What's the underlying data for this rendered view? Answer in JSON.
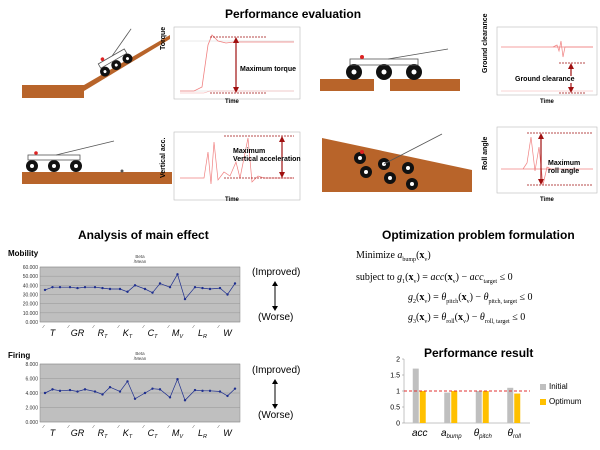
{
  "titles": {
    "performance": "Performance evaluation",
    "analysis": "Analysis of main effect",
    "optimization": "Optimization problem formulation",
    "result": "Performance result"
  },
  "eval_graphs": {
    "torque": {
      "y_axis": "Torque",
      "x_axis": "Time",
      "annotation": "Maximum torque"
    },
    "ground": {
      "y_axis": "Ground clearance",
      "x_axis": "Time",
      "annotation": "Ground clearance"
    },
    "vertical": {
      "y_axis": "Vertical acc.",
      "x_axis": "Time",
      "annotation_line1": "Maximum",
      "annotation_line2": "Vertical acceleration"
    },
    "roll": {
      "y_axis": "Roll angle",
      "x_axis": "Time",
      "annotation_line1": "Maximum",
      "annotation_line2": "roll angle"
    }
  },
  "main_effect": {
    "factors": [
      "T",
      "GR",
      "R",
      "K",
      "C",
      "M",
      "L",
      "W"
    ],
    "factor_subscripts": [
      "",
      "",
      "T",
      "T",
      "T",
      "V",
      "R",
      ""
    ],
    "improved": "(Improved)",
    "worse": "(Worse)",
    "mobility": {
      "label": "Mobility",
      "chart_title": "Beta\n/Mean",
      "y_ticks": [
        "60.000",
        "50.000",
        "40.000",
        "30.000",
        "20.000",
        "10.000",
        "0.000"
      ]
    },
    "firing": {
      "label": "Firing",
      "chart_title": "Beta\n/Mean",
      "y_ticks": [
        "8.000",
        "6.000",
        "4.000",
        "2.000",
        "0.000"
      ]
    }
  },
  "optimization": {
    "minimize": "Minimize",
    "subject_to": "subject to",
    "objective": "a",
    "objective_sub": "bump",
    "var": "x",
    "var_sub": "v",
    "constraints": [
      {
        "lhs": "g",
        "lhs_sub": "1",
        "fn": "acc",
        "target": "acc",
        "target_sub": "target"
      },
      {
        "lhs": "g",
        "lhs_sub": "2",
        "fn": "θ",
        "fn_sub": "pitch",
        "target": "θ",
        "target_sub": "pitch, target"
      },
      {
        "lhs": "g",
        "lhs_sub": "3",
        "fn": "θ",
        "fn_sub": "roll",
        "target": "θ",
        "target_sub": "roll, target"
      }
    ],
    "leq": "≤ 0"
  },
  "chart_data": [
    {
      "type": "line",
      "title": "Beta /Mean",
      "panel": "Mobility",
      "ylim": [
        0,
        60
      ],
      "y_ticks": [
        0,
        10,
        20,
        30,
        40,
        50,
        60
      ],
      "grid": true,
      "groups": [
        "T",
        "GR",
        "RT",
        "KT",
        "CT",
        "MV",
        "LR",
        "W"
      ],
      "values": [
        [
          35,
          38,
          38
        ],
        [
          38,
          37,
          38
        ],
        [
          38,
          37,
          36
        ],
        [
          36,
          33,
          40
        ],
        [
          36,
          32,
          42
        ],
        [
          38,
          52,
          25
        ],
        [
          38,
          37,
          36
        ],
        [
          37,
          30,
          42
        ]
      ]
    },
    {
      "type": "line",
      "title": "Beta /Mean",
      "panel": "Firing",
      "ylim": [
        0,
        8
      ],
      "y_ticks": [
        0,
        2,
        4,
        6,
        8
      ],
      "grid": true,
      "groups": [
        "T",
        "GR",
        "RT",
        "KT",
        "CT",
        "MV",
        "LR",
        "W"
      ],
      "values": [
        [
          4.0,
          4.5,
          4.3
        ],
        [
          4.4,
          4.2,
          4.5
        ],
        [
          4.2,
          3.8,
          4.8
        ],
        [
          4.2,
          5.6,
          3.2
        ],
        [
          4.0,
          4.6,
          4.5
        ],
        [
          3.4,
          5.9,
          3.0
        ],
        [
          4.4,
          4.3,
          4.3
        ],
        [
          4.2,
          3.6,
          4.6
        ]
      ]
    },
    {
      "type": "bar",
      "title": "Performance result",
      "categories": [
        "acc",
        "a",
        "θ",
        "θ"
      ],
      "category_subscripts": [
        "",
        "bump",
        "pitch",
        "roll"
      ],
      "ylim": [
        0,
        2
      ],
      "y_ticks": [
        "0",
        "0.5",
        "1",
        "1.5",
        "2"
      ],
      "reference_line": 1,
      "legend_position": "right",
      "series": [
        {
          "name": "Initial",
          "color": "#bfbfbf",
          "values": [
            1.7,
            0.95,
            1.0,
            1.1
          ]
        },
        {
          "name": "Optimum",
          "color": "#ffc000",
          "values": [
            1.0,
            1.0,
            1.0,
            0.92
          ]
        }
      ]
    }
  ],
  "colors": {
    "ground": "#b8642a",
    "signal": "#f08080",
    "arrow": "#a01010",
    "line_series": "#1f2f8f",
    "plot_bg": "#bfbfbf",
    "ref_line": "#e03030"
  }
}
